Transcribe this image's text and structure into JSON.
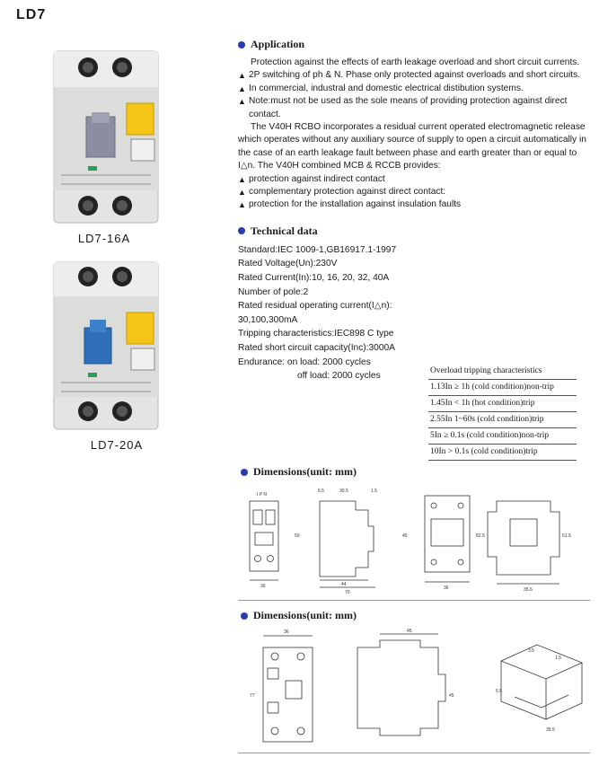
{
  "header": {
    "title": "LD7"
  },
  "products": [
    {
      "caption": "LD7-16A",
      "handle_color": "#8a8ea0",
      "accent": "#f5c518"
    },
    {
      "caption": "LD7-20A",
      "handle_color": "#2f6fb8",
      "accent": "#f5c518"
    }
  ],
  "application": {
    "heading": "Application",
    "intro": "Protection against the effects of earth leakage overload and short circuit currents.",
    "bullets": [
      "2P switching of ph & N. Phase only protected against overloads and short circuits.",
      "In commercial, industral and domestic electrical distibution systems.",
      "Note:must not be used as the sole means of providing protection against direct contact."
    ],
    "body": "The V40H RCBO incorporates a residual current operated electromagnetic release which operates without any auxiliary source of supply to open a circuit automatically in the case of an earth leakage fault between phase and earth greater than or equal to I△n. The V40H combined MCB & RCCB provides:",
    "provides": [
      "protection against indirect contact",
      "complementary protection against direct contact:",
      "protection for the installation against insulation faults"
    ]
  },
  "technical": {
    "heading": "Technical data",
    "rows": [
      "Standard:IEC 1009-1,GB16917.1-1997",
      "Rated Voltage(Un):230V",
      "Rated Current(In):10, 16, 20, 32, 40A",
      "Number of pole:2",
      "Rated residual operating current(I△n):",
      "30,100,300mA",
      "Tripping characteristics:IEC898 C type",
      "Rated short circuit capacity(Inc):3000A",
      "Endurance: on load: 2000 cycles",
      "off load: 2000 cycles"
    ]
  },
  "overload": {
    "title": "Overload tripping characteristics",
    "rows": [
      "1.13In ≥ 1h (cold condition)non-trip",
      "1.45In < 1h (hot condition)trip",
      "2.55In 1~60s (cold condition)trip",
      "5In ≥ 0.1s (cold condition)non-trip",
      "10In > 0.1s (cold condition)trip"
    ]
  },
  "dimensions1": {
    "heading": "Dimensions(unit: mm)",
    "labels": [
      "I P N",
      "6.5",
      "30.5",
      "1.5",
      "50",
      "36",
      "44",
      "70",
      "45",
      "36",
      "82.5",
      "51.5",
      "35.6"
    ]
  },
  "dimensions2": {
    "heading": "Dimensions(unit: mm)",
    "labels": [
      "36",
      "45",
      "77",
      "45",
      "3.5",
      "1.5",
      "5.5",
      "35.5"
    ]
  }
}
